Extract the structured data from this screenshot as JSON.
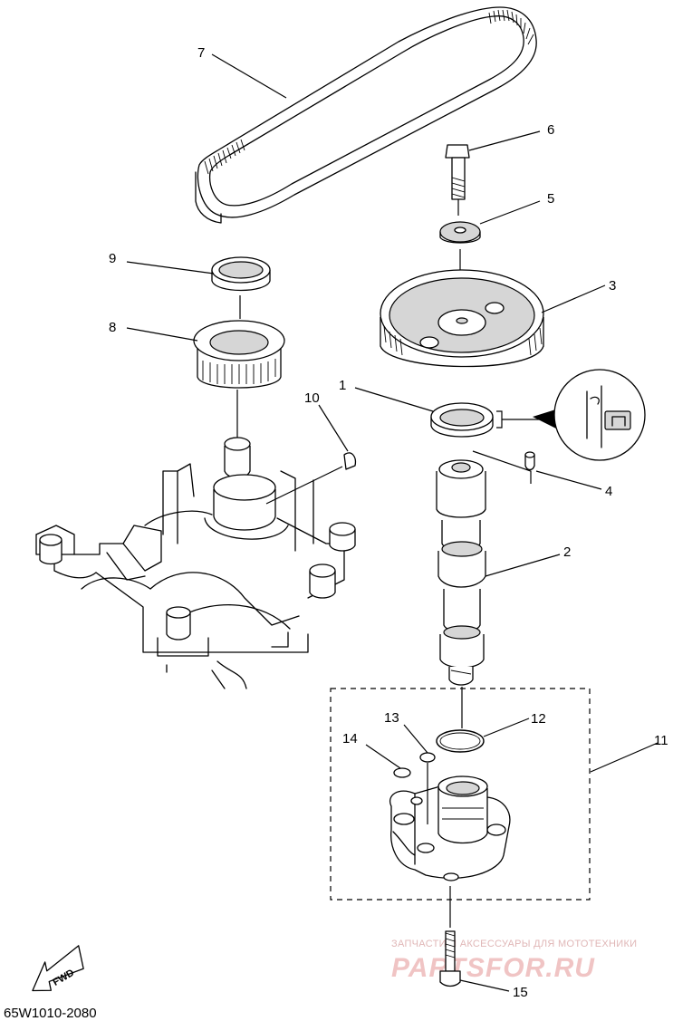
{
  "diagram": {
    "code": "65W1010-2080",
    "fwd_label": "FWD",
    "labels": [
      {
        "id": "1",
        "text": "1"
      },
      {
        "id": "2",
        "text": "2"
      },
      {
        "id": "3",
        "text": "3"
      },
      {
        "id": "4",
        "text": "4"
      },
      {
        "id": "5",
        "text": "5"
      },
      {
        "id": "6",
        "text": "6"
      },
      {
        "id": "7",
        "text": "7"
      },
      {
        "id": "8",
        "text": "8"
      },
      {
        "id": "9",
        "text": "9"
      },
      {
        "id": "10",
        "text": "10"
      },
      {
        "id": "11",
        "text": "11"
      },
      {
        "id": "12",
        "text": "12"
      },
      {
        "id": "13",
        "text": "13"
      },
      {
        "id": "14",
        "text": "14"
      },
      {
        "id": "15",
        "text": "15"
      }
    ]
  },
  "watermark": {
    "line1": "ЗАПЧАСТИ И АКСЕССУАРЫ ДЛЯ МОТОТЕХНИКИ",
    "line2": "PARTSFOR.RU"
  }
}
